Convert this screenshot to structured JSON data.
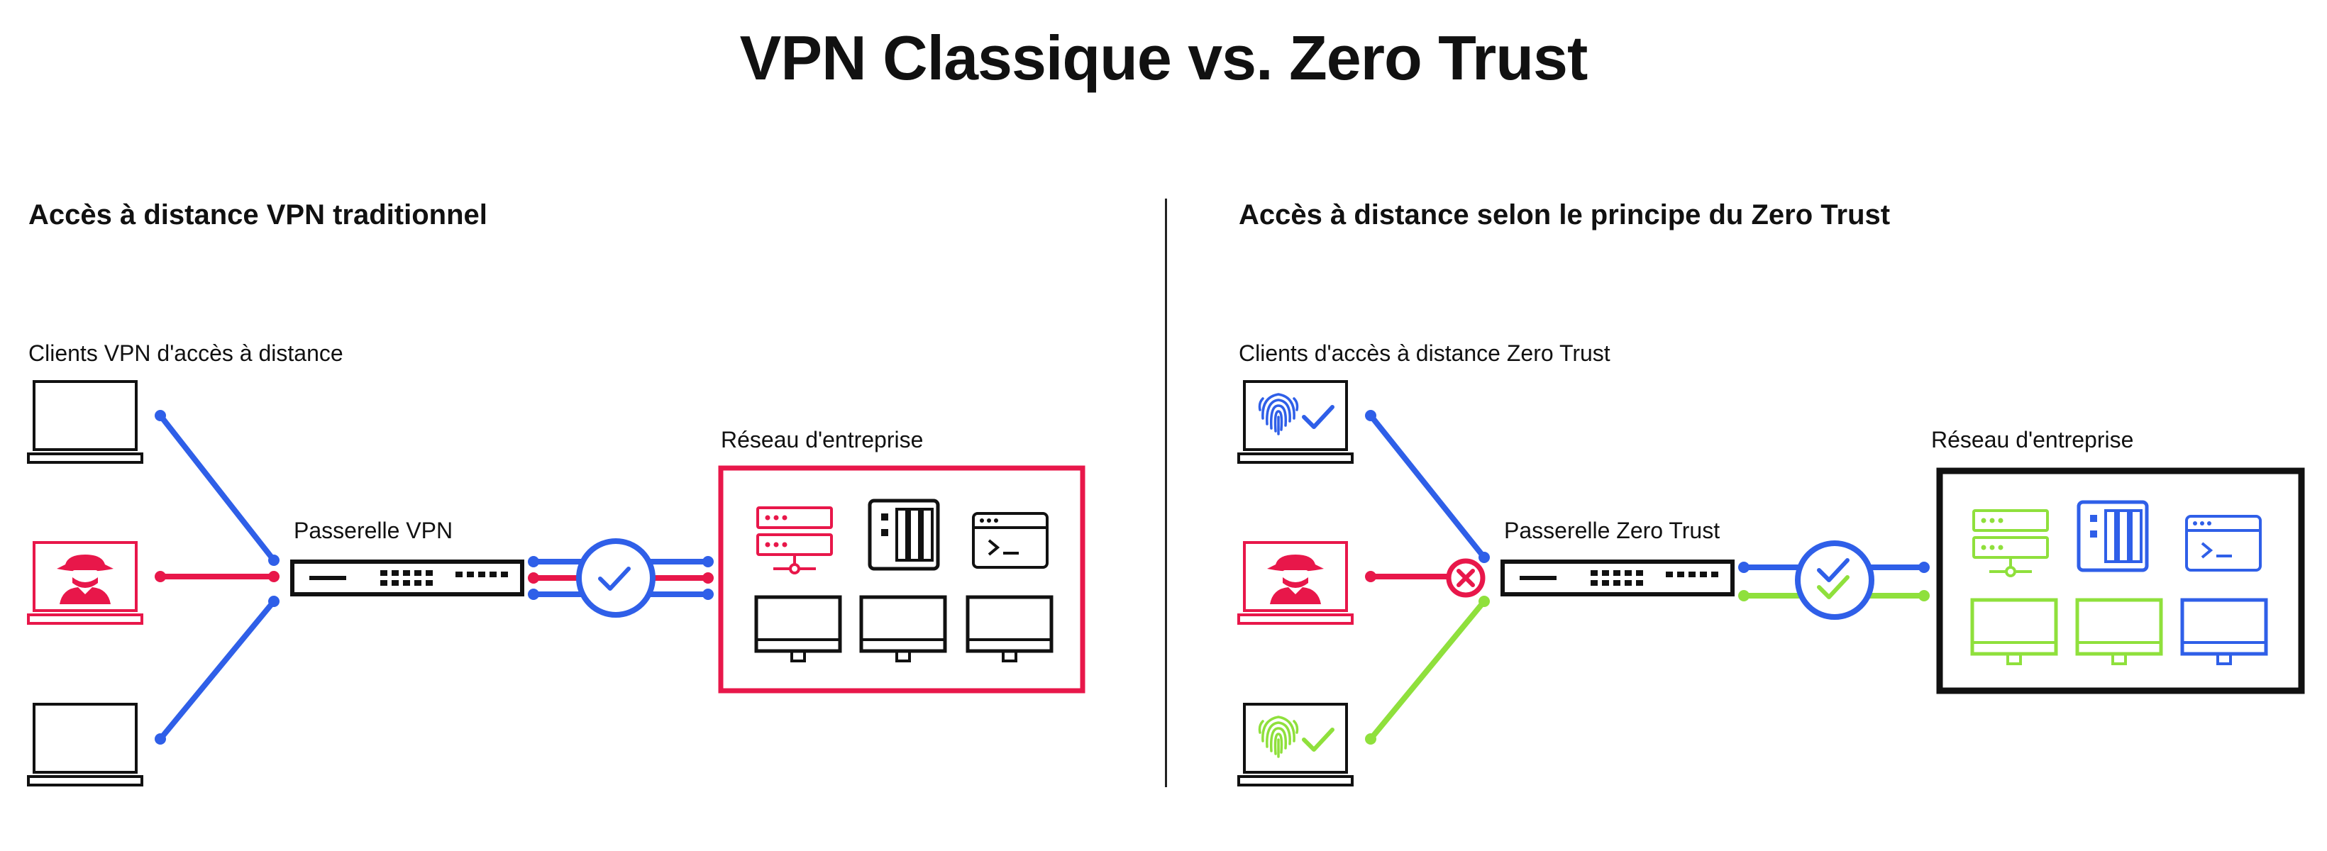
{
  "title": "VPN Classique vs. Zero Trust",
  "left": {
    "heading": "Accès à distance VPN traditionnel",
    "clients_label": "Clients VPN d'accès à distance",
    "gateway_label": "Passerelle VPN",
    "network_label": "Réseau d'entreprise"
  },
  "right": {
    "heading": "Accès à distance selon le principe du Zero Trust",
    "clients_label": "Clients d'accès à distance Zero Trust",
    "gateway_label": "Passerelle Zero Trust",
    "network_label": "Réseau d'entreprise"
  },
  "colors": {
    "blue": "#2f5fe8",
    "red": "#e8174a",
    "green": "#8fe03c",
    "black": "#111111"
  },
  "icons": [
    "laptop-icon",
    "hacker-icon",
    "fingerprint-icon",
    "check-icon",
    "blocked-icon",
    "switch-icon",
    "server-icon",
    "storage-icon",
    "terminal-icon",
    "monitor-icon"
  ]
}
